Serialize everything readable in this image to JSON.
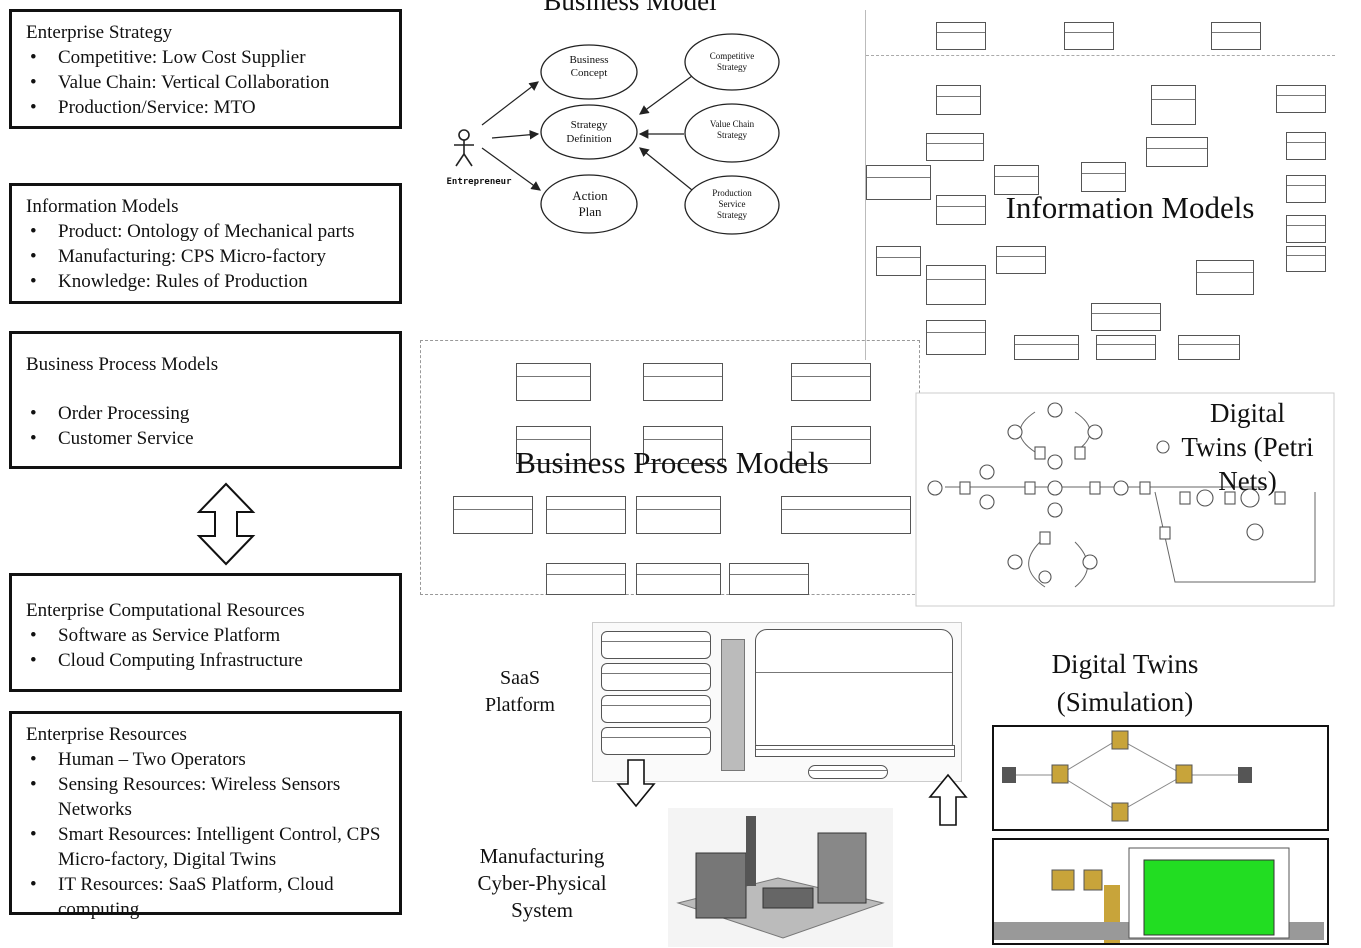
{
  "left": {
    "strategy": {
      "title": "Enterprise Strategy",
      "items": [
        "Competitive: Low Cost Supplier",
        "Value Chain: Vertical Collaboration",
        "Production/Service: MTO"
      ]
    },
    "info": {
      "title": "Information Models",
      "items": [
        "Product: Ontology of Mechanical parts",
        "Manufacturing: CPS Micro-factory",
        "Knowledge: Rules of Production"
      ]
    },
    "bpm": {
      "title": "Business Process Models",
      "items": [
        "Order Processing",
        "Customer Service"
      ]
    },
    "comp": {
      "title": "Enterprise Computational Resources",
      "items": [
        "Software as Service Platform",
        "Cloud Computing Infrastructure"
      ]
    },
    "res": {
      "title": "Enterprise Resources",
      "items": [
        "Human – Two Operators",
        "Sensing Resources: Wireless Sensors Networks",
        "Smart Resources: Intelligent Control, CPS Micro-factory, Digital Twins",
        "IT Resources: SaaS Platform, Cloud computing"
      ]
    }
  },
  "business_model": {
    "title": "Business Model",
    "actor": "Entrepreneur",
    "nodes": {
      "concept": "Business Concept",
      "strategy": "Strategy Definition",
      "action": "Action Plan",
      "competitive": "Competitive Strategy",
      "value_chain": "Value Chain Strategy",
      "production": "Production Service Strategy"
    }
  },
  "labels": {
    "info_models": "Information Models",
    "bpm": "Business Process Models",
    "dt_petri": "Digital Twins (Petri Nets)",
    "saas": "SaaS Platform",
    "dt_sim": "Digital Twins (Simulation)",
    "mcps": "Manufacturing Cyber-Physical System"
  },
  "colors": {
    "border": "#111111",
    "diagram_line": "#555555",
    "sim_green": "#22dd22",
    "machine": "#c8a43a"
  }
}
